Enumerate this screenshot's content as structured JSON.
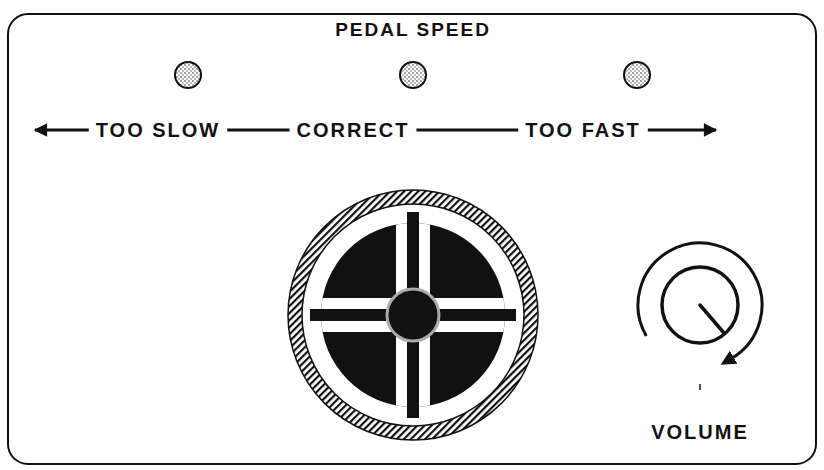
{
  "diagram": {
    "title": "PEDAL SPEED",
    "labels": [
      "TOO SLOW",
      "CORRECT",
      "TOO FAST",
      "VOLUME"
    ]
  }
}
